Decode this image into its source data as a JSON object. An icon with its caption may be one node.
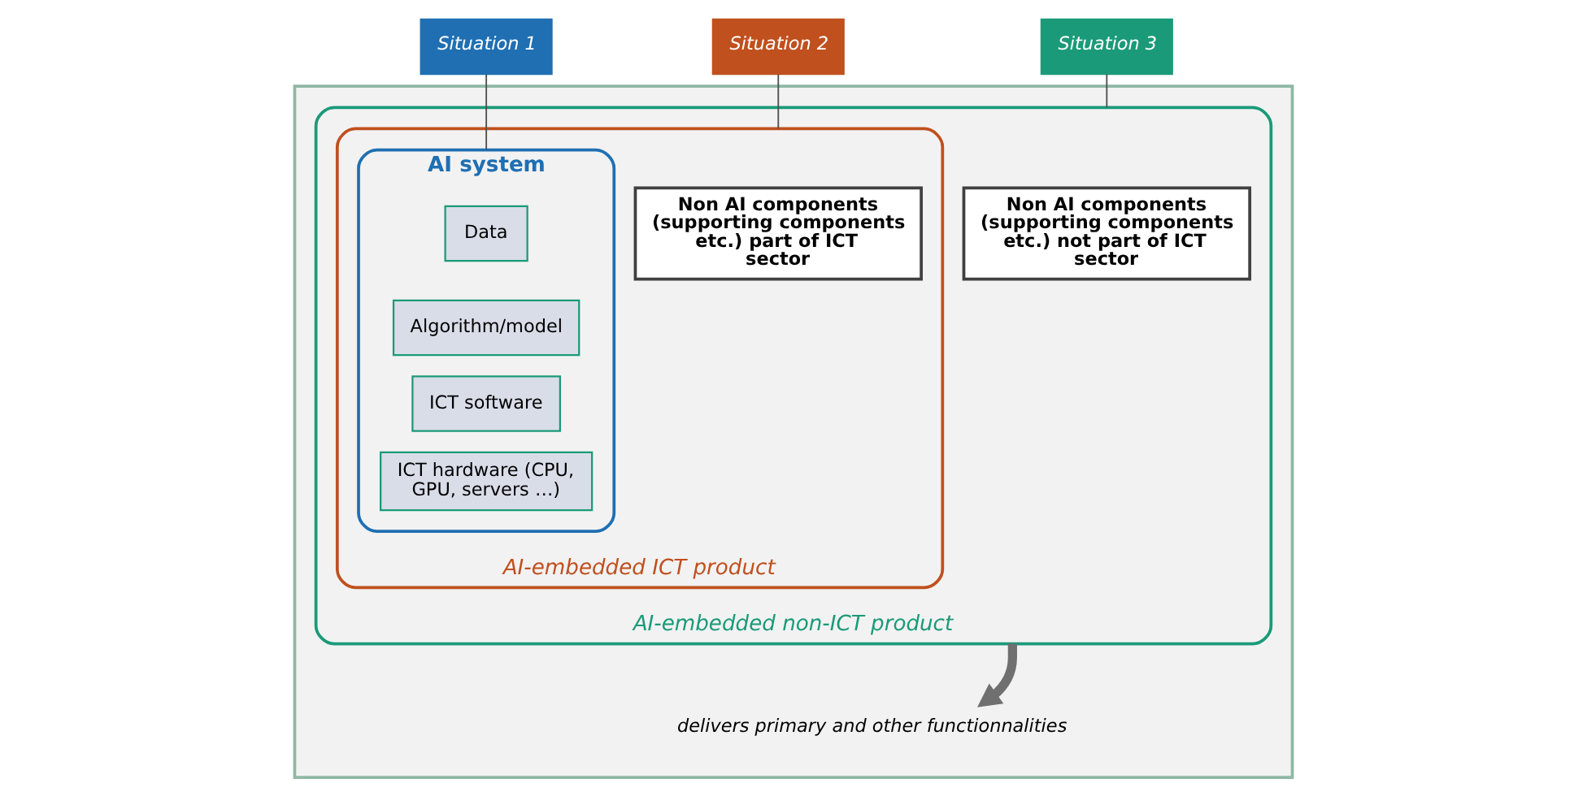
{
  "diagram": {
    "nodes": [
      {
        "text": [],
        "shape": "box"
      },
      {
        "text": [
          "AI-embedded non-ICT product"
        ],
        "in": 0
      },
      {
        "text": [
          "AI-embedded ICT product"
        ],
        "in": 1
      },
      {
        "text": [
          "AI system"
        ],
        "in": 2
      },
      {
        "text": [
          "Data"
        ],
        "in": 3
      },
      {
        "text": [
          "Algorithm/model"
        ],
        "in": 3
      },
      {
        "text": [
          "ICT software"
        ],
        "in": 3
      },
      {
        "text": [
          "ICT hardware (CPU, GPU, servers …)"
        ],
        "in": 3
      },
      {
        "text": [
          "Non AI components (supporting components etc.) part of ICT sector"
        ],
        "in": 2
      },
      {
        "text": [
          "Non AI components (supporting components etc.) not part of ICT sector"
        ],
        "in": 1
      },
      {
        "text": [
          "Situation 1"
        ]
      },
      {
        "text": [
          "Situation 2"
        ]
      },
      {
        "text": [
          "Situation 3"
        ]
      },
      {
        "text": [
          "delivers primary and other functionnalities"
        ],
        "in": 0
      }
    ],
    "edges": [
      {
        "from": 10,
        "to": 3,
        "arrow": "none"
      },
      {
        "from": 11,
        "to": 2,
        "arrow": "none"
      },
      {
        "from": 12,
        "to": 1,
        "arrow": "none"
      },
      {
        "from": 1,
        "to": 13,
        "arrow": "to",
        "style": "thick",
        "color": "#707070"
      }
    ]
  }
}
